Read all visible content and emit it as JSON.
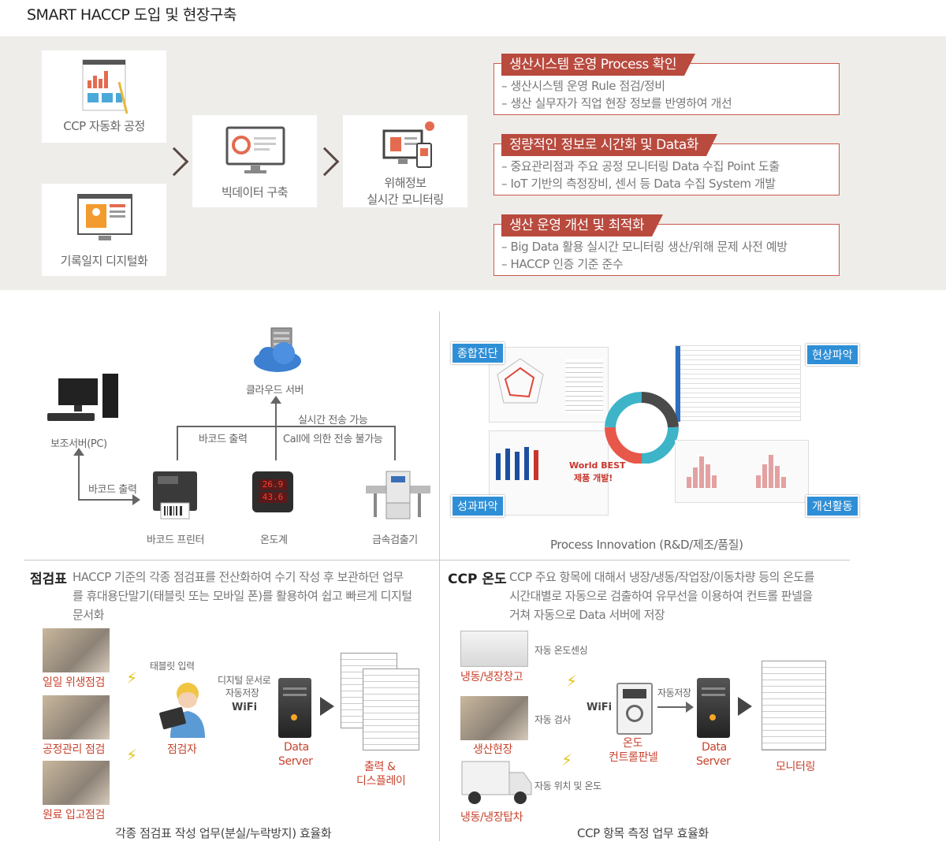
{
  "title": "SMART HACCP 도입 및 현장구축",
  "flow": {
    "ccp_auto": "CCP 자동화 공정",
    "record_digital": "기록일지 디지털화",
    "bigdata": "빅데이터 구축",
    "monitor_line1": "위해정보",
    "monitor_line2": "실시간 모니터링"
  },
  "process_boxes": [
    {
      "tab": "생산시스템 운영 Process 확인",
      "items": [
        "– 생산시스템 운영 Rule 점검/정비",
        "– 생산 실무자가 직업 현장 정보를 반영하여 개선"
      ]
    },
    {
      "tab": "정량적인 정보로 시간화 및 Data화",
      "items": [
        "– 중요관리점과 주요 공정 모니터링 Data 수집 Point 도출",
        "– IoT 기반의 측정장비, 센서 등 Data 수집 System 개발"
      ]
    },
    {
      "tab": "생산 운영 개선 및 최적화",
      "items": [
        "– Big Data 활용 실시간 모니터링 생산/위해 문제 사전 예방",
        "– HACCP 인증 기준 준수"
      ]
    }
  ],
  "network": {
    "cloud": "클라우드 서버",
    "pc": "보조서버(PC)",
    "barcode_out1": "바코드 출력",
    "barcode_out2": "바코드 출력",
    "realtime": "실시간 전송 가능",
    "call": "Call에 의한 전송 불가능",
    "printer": "바코드 프린터",
    "thermo": "온도계",
    "detector": "금속검출기",
    "thermo_top": "26.9",
    "thermo_bottom": "43.6"
  },
  "innovation": {
    "tag_tl": "종합진단",
    "tag_tr": "현상파악",
    "tag_bl": "성과파악",
    "tag_br": "개선활동",
    "world1": "World BEST",
    "world2": "제품 개발!",
    "caption": "Process Innovation (R&D/제조/품질)"
  },
  "checklist": {
    "head": "점검표",
    "para": [
      "HACCP 기준의 각종 점검표를 전산화하여 수기 작성 후 보관하던 업무",
      "를 휴대용단말기(태블릿 또는 모바일 폰)를 활용하여 쉽고 빠르게 디지털",
      "문서화"
    ],
    "photo1": "일일 위생점검",
    "photo2": "공정관리 점검",
    "photo3": "원료 입고점검",
    "tablet": "태블릿 입력",
    "inspector": "점검자",
    "digital1": "디지털 문서로",
    "digital2": "자동저장",
    "wifi": "WiFi",
    "server1": "Data",
    "server2": "Server",
    "output1": "출력 &",
    "output2": "디스플레이",
    "caption": "각종 점검표 작성 업무(분실/누락방지) 효율화"
  },
  "ccp_temp": {
    "head": "CCP 온도",
    "para": [
      "CCP 주요 항목에 대해서 냉장/냉동/작업장/이동차량 등의 온도를",
      "시간대별로 자동으로 검출하여 유무선을 이용하여 컨트롤 판넬을",
      "거쳐 자동으로 Data 서버에 저장"
    ],
    "storage": "냉동/냉장창고",
    "auto_sense": "자동 온도센싱",
    "site": "생산현장",
    "auto_check": "자동 검사",
    "truck": "냉동/냉장탑차",
    "auto_pos": "자동 위치 및 온도",
    "wifi": "WiFi",
    "panel1": "온도",
    "panel2": "컨트롤판넬",
    "autosave": "자동저장",
    "server1": "Data",
    "server2": "Server",
    "monitor": "모니터링",
    "caption": "CCP 항목 측정 업무 효율화"
  }
}
